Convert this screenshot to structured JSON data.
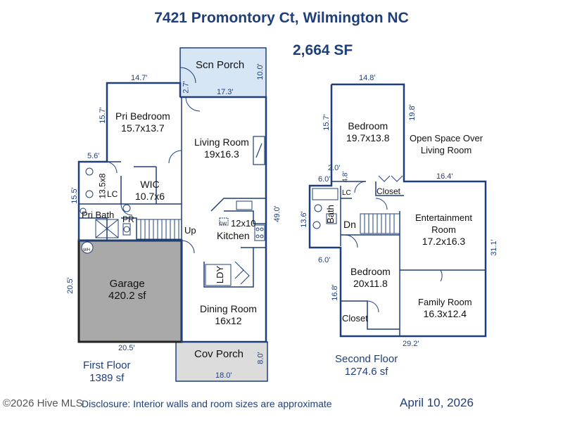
{
  "header": {
    "address": "7421 Promontory Ct, Wilmington NC",
    "total_sqft": "2,664 SF"
  },
  "first_floor": {
    "label": "First Floor",
    "area": "1389 sf",
    "rooms": {
      "scn_porch": "Scn Porch",
      "pri_bedroom_name": "Pri Bedroom",
      "pri_bedroom_size": "15.7x13.7",
      "living_room_name": "Living Room",
      "living_room_size": "19x16.3",
      "wic": "WIC",
      "wic_size": "10.7x6",
      "wic_side": "13.5x8",
      "lc": "LC",
      "pri_bath": "Pri Bath",
      "pr": "PR",
      "up": "Up",
      "kitchen_size": "12x10",
      "kitchen": "Kitchen",
      "dw": "DW",
      "ldy": "LDY",
      "wh": "WH",
      "garage_name": "Garage",
      "garage_size": "420.2 sf",
      "dining_name": "Dining Room",
      "dining_size": "16x12",
      "cov_porch": "Cov Porch"
    },
    "dims": {
      "d_14_7": "14.7'",
      "d_17_3": "17.3'",
      "d_10_0": "10.0'",
      "d_2_7": "2.7'",
      "d_15_7": "15.7'",
      "d_5_6": "5.6'",
      "d_15_5": "15.5'",
      "d_49_0": "49.0'",
      "d_20_5v": "20.5'",
      "d_20_5h": "20.5'",
      "d_8_0": "8.0'",
      "d_18_0": "18.0'"
    }
  },
  "second_floor": {
    "label": "Second Floor",
    "area": "1274.6 sf",
    "rooms": {
      "bedroom1_name": "Bedroom",
      "bedroom1_size": "19.7x13.8",
      "open_space_1": "Open Space Over",
      "open_space_2": "Living Room",
      "closet1": "Closet",
      "lc": "LC",
      "bath": "Bath",
      "dn": "Dn",
      "entertainment_1": "Entertainment",
      "entertainment_2": "Room",
      "entertainment_size": "17.2x16.3",
      "bedroom2_name": "Bedroom",
      "bedroom2_size": "20x11.8",
      "closet2": "Closet",
      "family_name": "Family Room",
      "family_size": "16.3x12.4"
    },
    "dims": {
      "d_14_8": "14.8'",
      "d_15_7": "15.7'",
      "d_19_8": "19.8'",
      "d_2_0": "2.0'",
      "d_4_8": "4.8'",
      "d_6_0a": "6.0'",
      "d_16_4": "16.4'",
      "d_13_6": "13.6'",
      "d_6_0b": "6.0'",
      "d_31_1": "31.1'",
      "d_16_8": "16.8'",
      "d_29_2": "29.2'"
    }
  },
  "footer": {
    "copyright": "©2026 Hive MLS",
    "disclosure": "Disclosure: Interior walls and room sizes are approximate",
    "date": "April 10, 2026"
  },
  "colors": {
    "wall": "#1f3f7a",
    "porch_screen": "#d6e6f5",
    "porch_cov": "#dcdcdc",
    "garage": "#a9a9a9"
  }
}
